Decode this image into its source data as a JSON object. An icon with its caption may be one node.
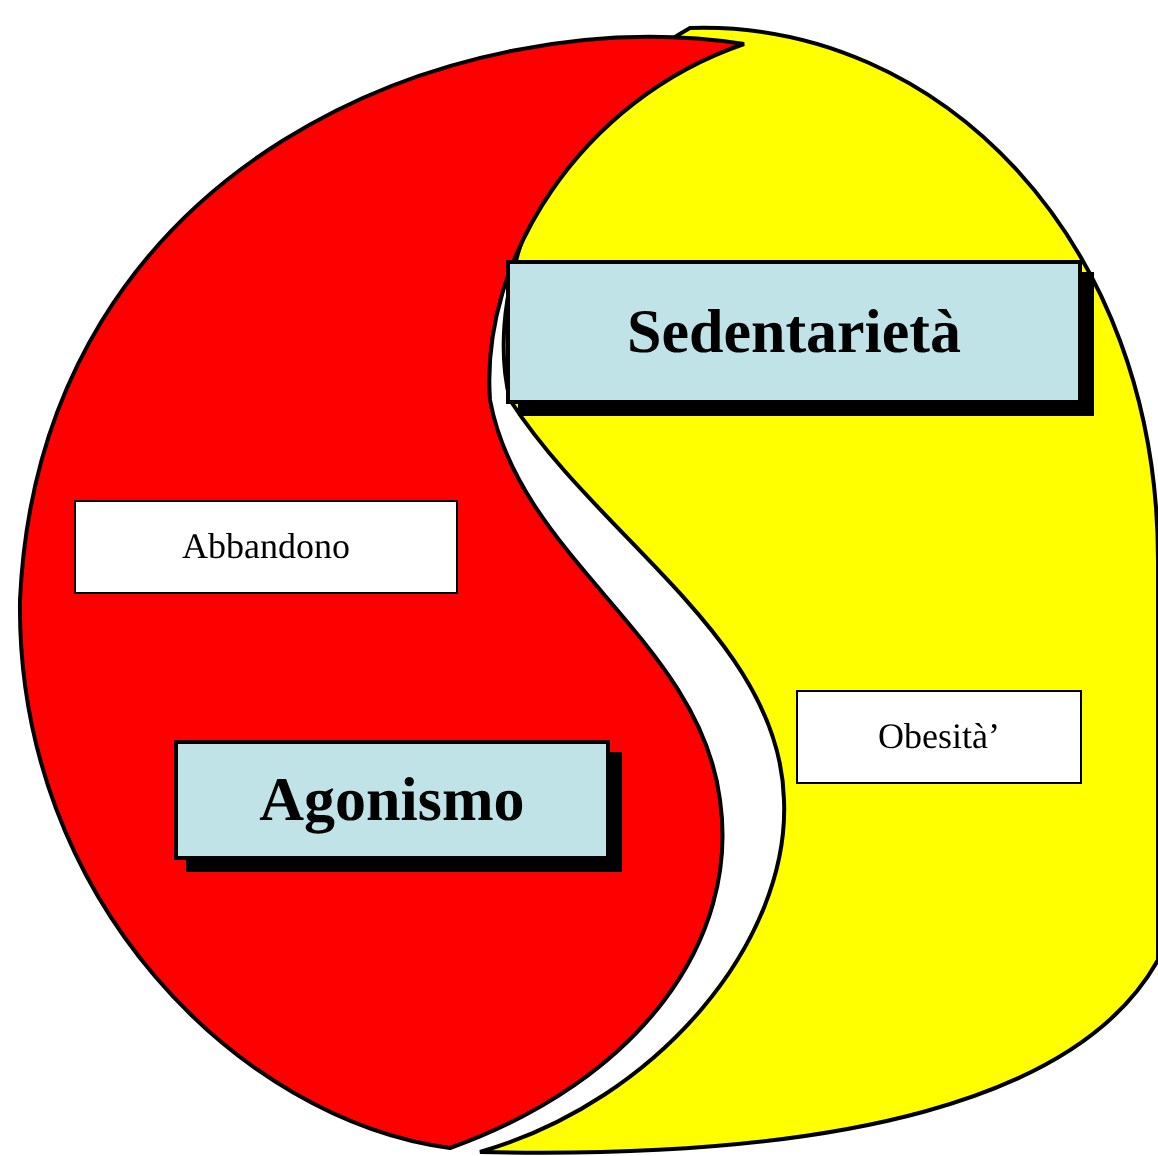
{
  "diagram": {
    "nodes": [
      {
        "text": [
          "Sedentarietà"
        ]
      },
      {
        "text": [
          "Abbandono"
        ]
      },
      {
        "text": [
          "Obesità’"
        ]
      },
      {
        "text": [
          "Agonismo"
        ]
      }
    ]
  }
}
